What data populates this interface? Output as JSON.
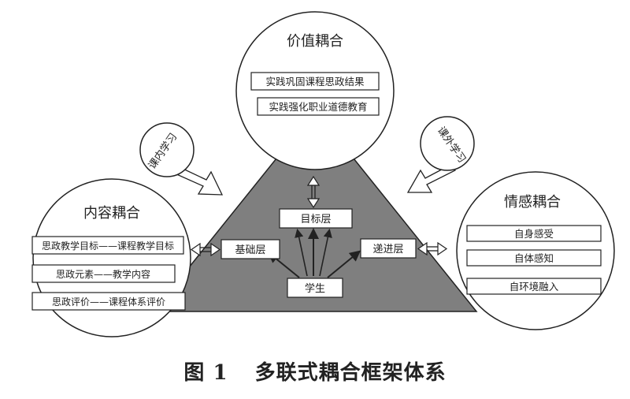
{
  "top_circle": {
    "title": "价值耦合",
    "items": [
      "实践巩固课程思政结果",
      "实践强化职业道德教育"
    ]
  },
  "left_circle": {
    "title": "内容耦合",
    "items": [
      "思政教学目标——课程教学目标",
      "思政元素——教学内容",
      "思政评价——课程体系评价"
    ]
  },
  "right_circle": {
    "title": "情感耦合",
    "items": [
      "自身感受",
      "自体感知",
      "自环境融入"
    ]
  },
  "small_circles": {
    "left": "课内学习",
    "right": "课外学习"
  },
  "triangle": {
    "target_layer": "目标层",
    "base_layer": "基础层",
    "advance_layer": "递进层",
    "student": "学生"
  },
  "caption": {
    "label": "图 1",
    "title": "多联式耦合框架体系"
  },
  "colors": {
    "triangle_fill": "#7f7f7f",
    "stroke": "#222222",
    "box_fill": "#ffffff"
  }
}
